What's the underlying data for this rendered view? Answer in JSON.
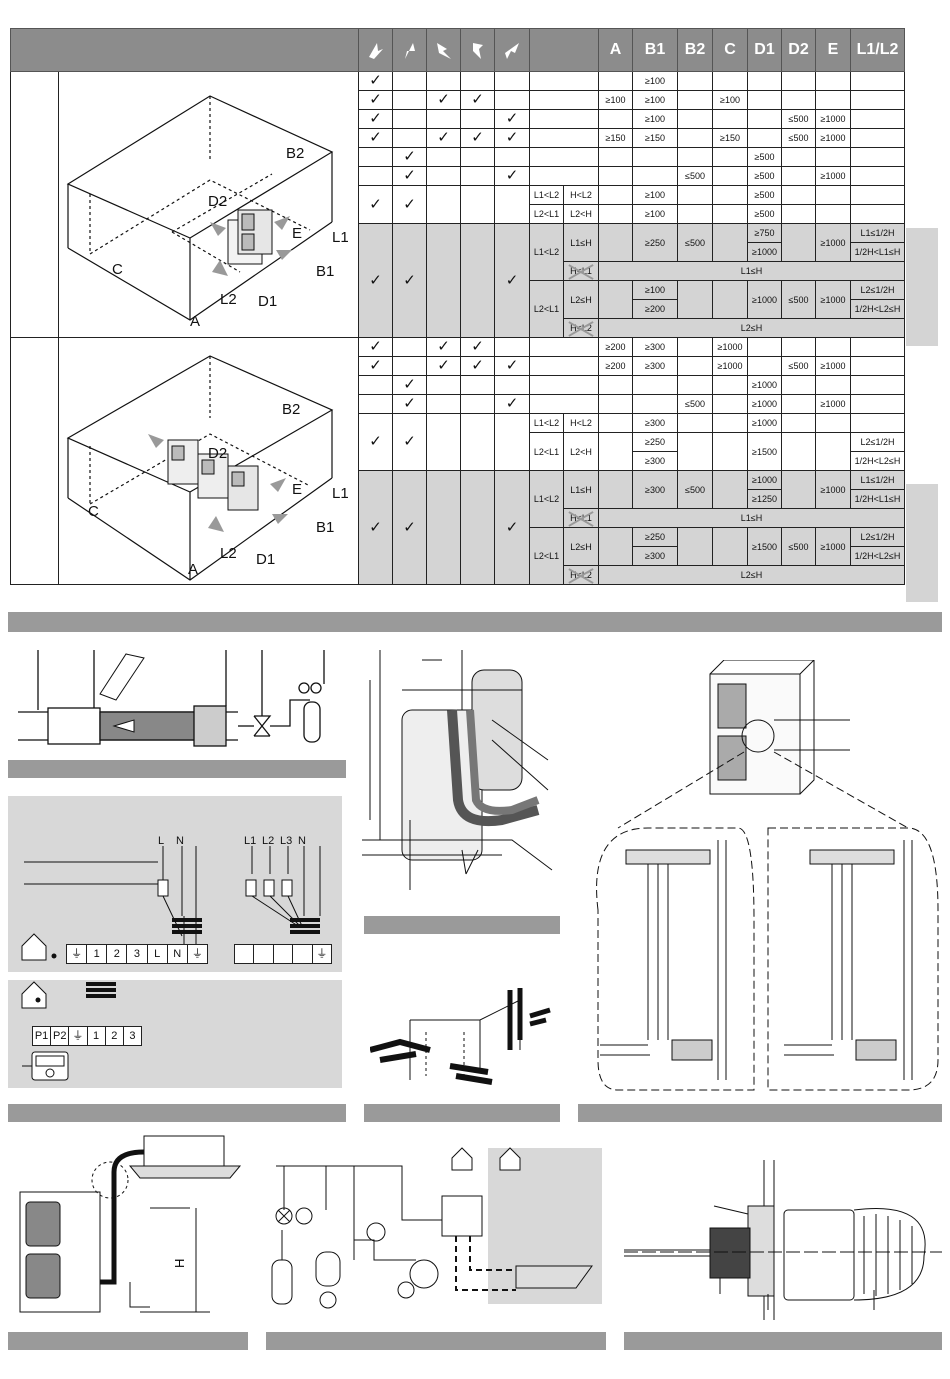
{
  "table": {
    "headers": [
      "A",
      "B1",
      "B2",
      "C",
      "D1",
      "D2",
      "E",
      "L1/L2"
    ],
    "rows_top": [
      {
        "c": [
          1,
          0,
          0,
          0,
          0
        ],
        "v": [
          "",
          "",
          "≥100",
          "",
          "",
          "",
          "",
          "",
          ""
        ]
      },
      {
        "c": [
          1,
          0,
          1,
          1,
          0
        ],
        "v": [
          "",
          "≥100",
          "≥100",
          "",
          "≥100",
          "",
          "",
          "",
          ""
        ]
      },
      {
        "c": [
          1,
          0,
          0,
          0,
          1
        ],
        "v": [
          "",
          "",
          "≥100",
          "",
          "",
          "",
          "≤500",
          "≥1000",
          ""
        ]
      },
      {
        "c": [
          1,
          0,
          1,
          1,
          1
        ],
        "v": [
          "",
          "≥150",
          "≥150",
          "",
          "≥150",
          "",
          "≤500",
          "≥1000",
          ""
        ]
      },
      {
        "c": [
          0,
          1,
          0,
          0,
          0
        ],
        "v": [
          "",
          "",
          "",
          "",
          "",
          "≥500",
          "",
          "",
          ""
        ]
      },
      {
        "c": [
          0,
          1,
          0,
          0,
          1
        ],
        "v": [
          "",
          "",
          "",
          "≤500",
          "",
          "≥500",
          "",
          "≥1000",
          ""
        ]
      }
    ],
    "rows_top_b": [
      {
        "cond": [
          "L1<L2",
          "H<L2"
        ],
        "v": [
          "",
          "≥100",
          "",
          "",
          "≥500",
          "",
          "",
          ""
        ]
      },
      {
        "cond": [
          "L2<L1",
          "L2<H"
        ],
        "v": [
          "",
          "≥100",
          "",
          "",
          "≥500",
          "",
          "",
          ""
        ]
      }
    ],
    "top_grey": {
      "g1_label": "L1<L2",
      "g1_cond": "L1≤H",
      "g1_b1": "≥250",
      "g1_b2": "≤500",
      "g1_d1": [
        "≥750",
        "≥1000"
      ],
      "g1_e": "≥1000",
      "g1_l": [
        "L1≤1/2H",
        "1/2H<L1≤H"
      ],
      "g1_cross": "H<L1",
      "g1_span": "L1≤H",
      "g2_label": "L2<L1",
      "g2_cond": "L2≤H",
      "g2_b1": [
        "≥100",
        "≥200"
      ],
      "g2_d1": "≥1000",
      "g2_d2": "≤500",
      "g2_e": "≥1000",
      "g2_l": [
        "L2≤1/2H",
        "1/2H<L2≤H"
      ],
      "g2_cross": "H<L2",
      "g2_span": "L2≤H"
    },
    "rows_bot": [
      {
        "c": [
          1,
          0,
          1,
          1,
          0
        ],
        "v": [
          "",
          "≥200",
          "≥300",
          "",
          "≥1000",
          "",
          "",
          "",
          ""
        ]
      },
      {
        "c": [
          1,
          0,
          1,
          1,
          1
        ],
        "v": [
          "",
          "≥200",
          "≥300",
          "",
          "≥1000",
          "",
          "≤500",
          "≥1000",
          ""
        ]
      },
      {
        "c": [
          0,
          1,
          0,
          0,
          0
        ],
        "v": [
          "",
          "",
          "",
          "",
          "",
          "≥1000",
          "",
          "",
          ""
        ]
      },
      {
        "c": [
          0,
          1,
          0,
          0,
          1
        ],
        "v": [
          "",
          "",
          "",
          "≤500",
          "",
          "≥1000",
          "",
          "≥1000",
          ""
        ]
      }
    ],
    "bot_b": {
      "r1": [
        "L1<L2",
        "H<L2",
        "≥300",
        "≥1000"
      ],
      "r2": [
        "L2<L1",
        "L2<H",
        "≥250",
        "≥300",
        "≥1500",
        "L2≤1/2H",
        "1/2H<L2≤H"
      ]
    },
    "bot_grey": {
      "g1_label": "L1<L2",
      "g1_cond": "L1≤H",
      "g1_b1": "≥300",
      "g1_b2": "≤500",
      "g1_d1": [
        "≥1000",
        "≥1250"
      ],
      "g1_e": "≥1000",
      "g1_l": [
        "L1≤1/2H",
        "1/2H<L1≤H"
      ],
      "g1_cross": "H<L1",
      "g1_span": "L1≤H",
      "g2_label": "L2<L1",
      "g2_cond": "L2≤H",
      "g2_b1": [
        "≥250",
        "≥300"
      ],
      "g2_d1": "≥1500",
      "g2_d2": "≤500",
      "g2_e": "≥1000",
      "g2_l": [
        "L2≤1/2H",
        "1/2H<L2≤H"
      ],
      "g2_cross": "H<L2",
      "g2_span": "L2≤H"
    },
    "check": "✓"
  },
  "diagram_labels": {
    "top": {
      "b2": "B2",
      "d2": "D2",
      "e": "E",
      "l1": "L1",
      "c": "C",
      "b1": "B1",
      "l2": "L2",
      "d1": "D1",
      "a": "A"
    },
    "bot": {
      "b2": "B2",
      "d2": "D2",
      "e": "E",
      "l1": "L1",
      "c": "C",
      "b1": "B1",
      "l2": "L2",
      "d1": "D1",
      "a": "A"
    },
    "wiring1": {
      "l": "L",
      "n": "N",
      "t": [
        "1",
        "2",
        "3",
        "L",
        "N"
      ]
    },
    "wiring3": {
      "l1": "L1",
      "l2": "L2",
      "l3": "L3",
      "n": "N"
    },
    "wiring_ctrl": {
      "t": [
        "P1",
        "P2",
        "1",
        "2",
        "3"
      ]
    },
    "height": "H"
  }
}
